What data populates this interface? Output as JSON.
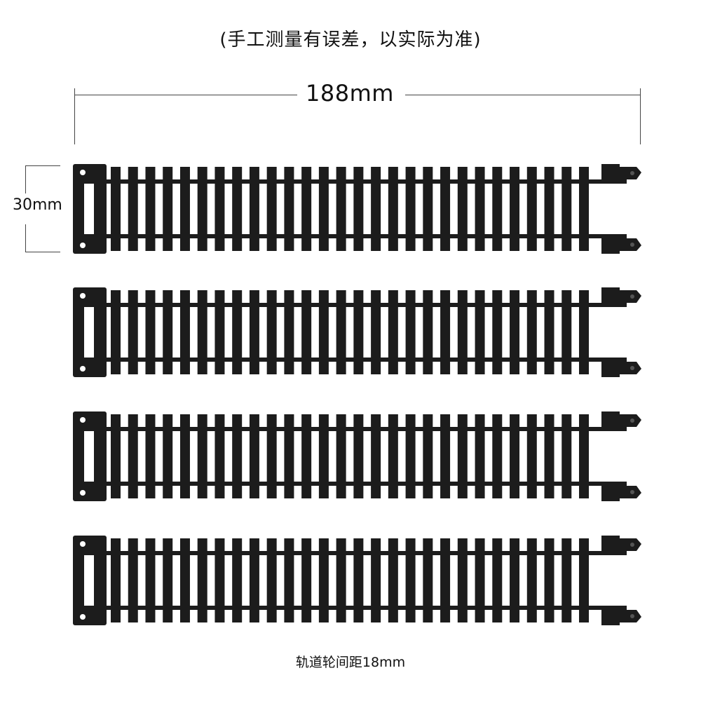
{
  "note": "(手工测量有误差，以实际为准)",
  "dimensions": {
    "width_label": "188mm",
    "height_label": "30mm"
  },
  "caption": "轨道轮间距18mm",
  "product": {
    "track_piece_count": 4,
    "color": "#1c1c1c"
  }
}
